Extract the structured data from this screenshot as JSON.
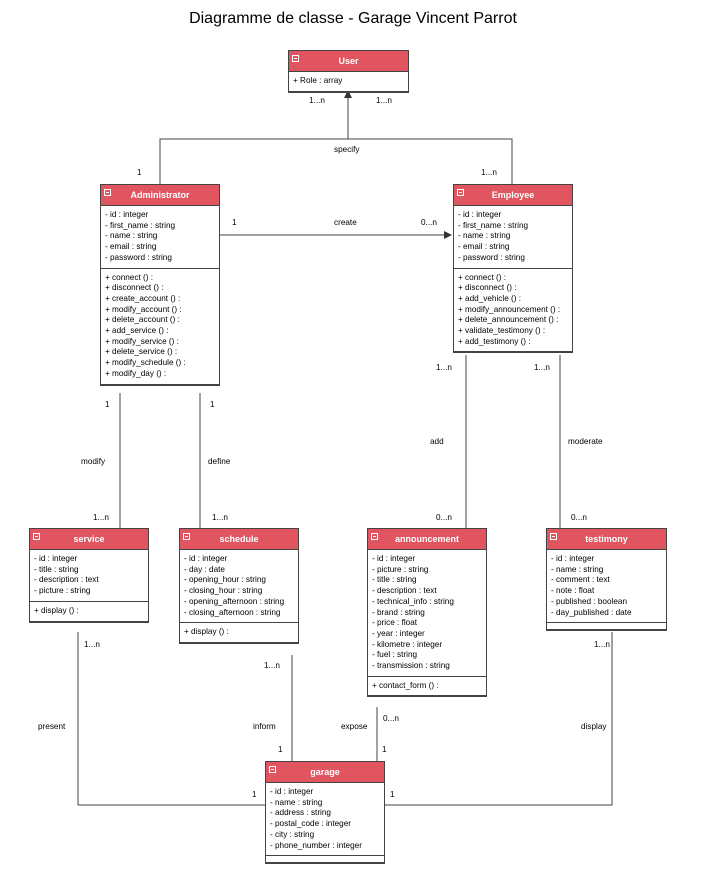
{
  "title": "Diagramme de classe - Garage Vincent Parrot",
  "colors": {
    "header": "#e05560",
    "line": "#444444"
  },
  "classes": {
    "user": {
      "name": "User",
      "attributes": [
        "+ Role : array"
      ],
      "operations": []
    },
    "administrator": {
      "name": "Administrator",
      "attributes": [
        "- id : integer",
        "- first_name : string",
        "- name : string",
        "- email : string",
        "- password : string"
      ],
      "operations": [
        "+ connect () :",
        "+ disconnect () :",
        "+ create_account () :",
        "+ modify_account () :",
        "+ delete_account () :",
        "+ add_service () :",
        "+ modify_service () :",
        "+ delete_service () :",
        "+ modify_schedule () :",
        "+ modify_day () :"
      ]
    },
    "employee": {
      "name": "Employee",
      "attributes": [
        "- id : integer",
        "- first_name : string",
        "- name : string",
        "- email : string",
        "- password : string"
      ],
      "operations": [
        "+ connect () :",
        "+ disconnect () :",
        "+ add_vehicle () :",
        "+ modify_announcement () :",
        "+ delete_announcement () :",
        "+ validate_testimony () :",
        "+ add_testimony () :"
      ]
    },
    "service": {
      "name": "service",
      "attributes": [
        "- id : integer",
        "- title : string",
        "- description : text",
        "- picture : string"
      ],
      "operations": [
        "+ display () :"
      ]
    },
    "schedule": {
      "name": "schedule",
      "attributes": [
        "- id : integer",
        "- day : date",
        "- opening_hour : string",
        "- closing_hour : string",
        "- opening_afternoon : string",
        "- closing_afternoon : string"
      ],
      "operations": [
        "+ display () :"
      ]
    },
    "announcement": {
      "name": "announcement",
      "attributes": [
        "- id : integer",
        "- picture : string",
        "- title : string",
        "- description : text",
        "- technical_info : string",
        "- brand : string",
        "- price : float",
        "- year : integer",
        "- kilometre : integer",
        "- fuel : string",
        "- transmission : string"
      ],
      "operations": [
        "+ contact_form () :"
      ]
    },
    "testimony": {
      "name": "testimony",
      "attributes": [
        "- id : integer",
        "- name : string",
        "- comment : text",
        "- note : float",
        "- published : boolean",
        "- day_published : date"
      ],
      "operations": []
    },
    "garage": {
      "name": "garage",
      "attributes": [
        "- id : integer",
        "- name : string",
        "- address : string",
        "- postal_code : integer",
        "- city : string",
        "- phone_number : integer"
      ],
      "operations": []
    }
  },
  "labels": {
    "user_left_mult": "1...n",
    "user_right_mult": "1...n",
    "specify": "specify",
    "admin_specify_mult": "1",
    "employee_specify_mult": "1...n",
    "create": "create",
    "create_src_mult": "1",
    "create_dst_mult": "0...n",
    "modify": "modify",
    "modify_src_mult": "1",
    "modify_dst_mult": "1...n",
    "define": "define",
    "define_src_mult": "1",
    "define_dst_mult": "1...n",
    "add": "add",
    "add_src_mult": "1...n",
    "add_dst_mult": "0...n",
    "moderate": "moderate",
    "moderate_src_mult": "1...n",
    "moderate_dst_mult": "0...n",
    "present": "present",
    "present_src_mult": "1...n",
    "present_dst_mult": "1",
    "inform": "inform",
    "inform_src_mult": "1...n",
    "inform_dst_mult": "1",
    "expose": "expose",
    "expose_src_mult": "0...n",
    "expose_dst_mult": "1",
    "display": "display",
    "display_src_mult": "1...n",
    "display_dst_mult": "1"
  }
}
